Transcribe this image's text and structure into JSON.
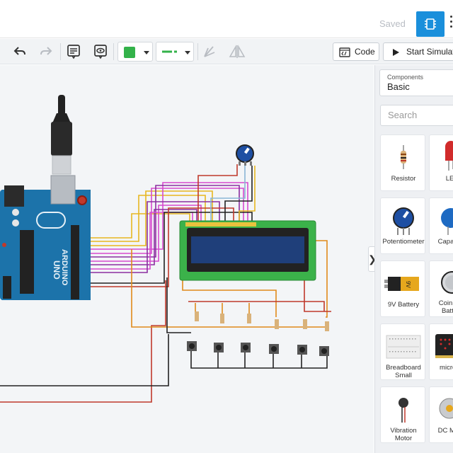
{
  "header": {
    "saved_label": "Saved"
  },
  "toolbar": {
    "code_label": "Code",
    "simulate_label": "Start Simulation",
    "fill_color": "#33b24a",
    "line_color": "#33b24a"
  },
  "panel": {
    "components_label": "Components",
    "components_value": "Basic",
    "search_placeholder": "Search",
    "collapse_glyph": "❯",
    "tiles": [
      {
        "label": "Resistor",
        "icon": "resistor-icon"
      },
      {
        "label": "LED",
        "icon": "led-icon"
      },
      {
        "label": "Potentiometer",
        "icon": "potentiometer-icon"
      },
      {
        "label": "Capacitor",
        "icon": "capacitor-icon"
      },
      {
        "label": "9V Battery",
        "icon": "battery-9v-icon"
      },
      {
        "label": "Coin Cell Battery",
        "icon": "coin-cell-icon"
      },
      {
        "label": "Breadboard Small",
        "icon": "breadboard-icon"
      },
      {
        "label": "micro:bit",
        "icon": "microbit-icon"
      },
      {
        "label": "Vibration Motor",
        "icon": "vibration-motor-icon"
      },
      {
        "label": "DC Motor",
        "icon": "dc-motor-icon"
      }
    ]
  },
  "canvas": {
    "arduino": {
      "brand": "ARDUINO",
      "model": "UNO"
    }
  }
}
